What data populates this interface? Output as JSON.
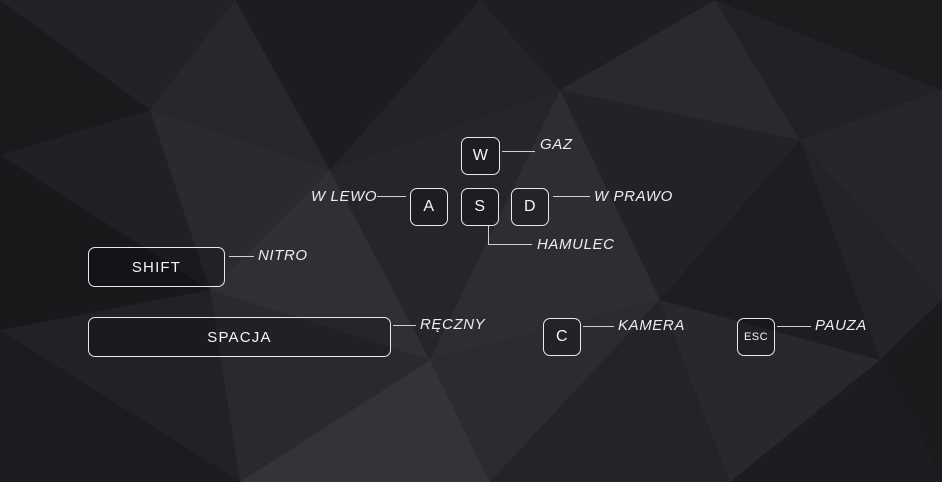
{
  "screen": "controls-legend",
  "keys": {
    "w": {
      "key": "W",
      "action": "GAZ"
    },
    "a": {
      "key": "A",
      "action": "W LEWO"
    },
    "s": {
      "key": "S",
      "action": "HAMULEC"
    },
    "d": {
      "key": "D",
      "action": "W PRAWO"
    },
    "shift": {
      "key": "SHIFT",
      "action": "NITRO"
    },
    "space": {
      "key": "SPACJA",
      "action": "RĘCZNY"
    },
    "c": {
      "key": "C",
      "action": "KAMERA"
    },
    "esc": {
      "key": "ESC",
      "action": "PAUZA"
    }
  },
  "colors": {
    "background": "#202023",
    "key_border": "#e9e9e9",
    "label_text": "#ededed",
    "connector": "#d0d0d0"
  }
}
